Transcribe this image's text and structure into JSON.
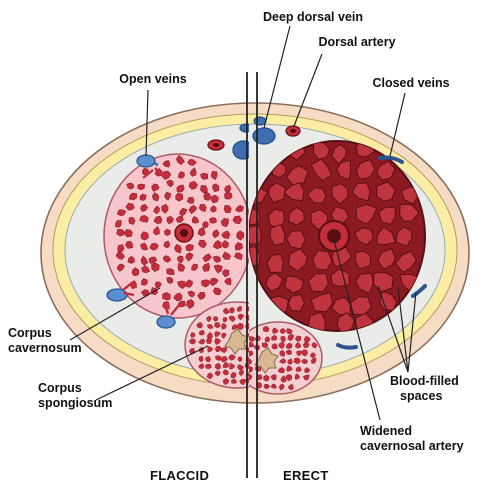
{
  "labels": {
    "deep_dorsal_vein": "Deep dorsal vein",
    "dorsal_artery": "Dorsal artery",
    "open_veins": "Open veins",
    "closed_veins": "Closed veins",
    "corpus_cavernosum_1": "Corpus",
    "corpus_cavernosum_2": "cavernosum",
    "corpus_spongiosum_1": "Corpus",
    "corpus_spongiosum_2": "spongiosum",
    "blood_filled_1": "Blood-filled",
    "blood_filled_2": "spaces",
    "widened_artery_1": "Widened",
    "widened_artery_2": "cavernosal artery"
  },
  "captions": {
    "left": "FLACCID",
    "right": "ERECT"
  },
  "colors": {
    "outer_tan": "#f6dcc4",
    "outer_stroke": "#8a6f5c",
    "yellow_layer": "#fbeea4",
    "inner_grey": "#e9ece9",
    "tissue_pink": "#f6c6cc",
    "blood_red": "#c32e3a",
    "dark_red": "#6f1218",
    "erect_matrix": "#8b1a22",
    "vein_blue": "#3d6fb0"
  }
}
